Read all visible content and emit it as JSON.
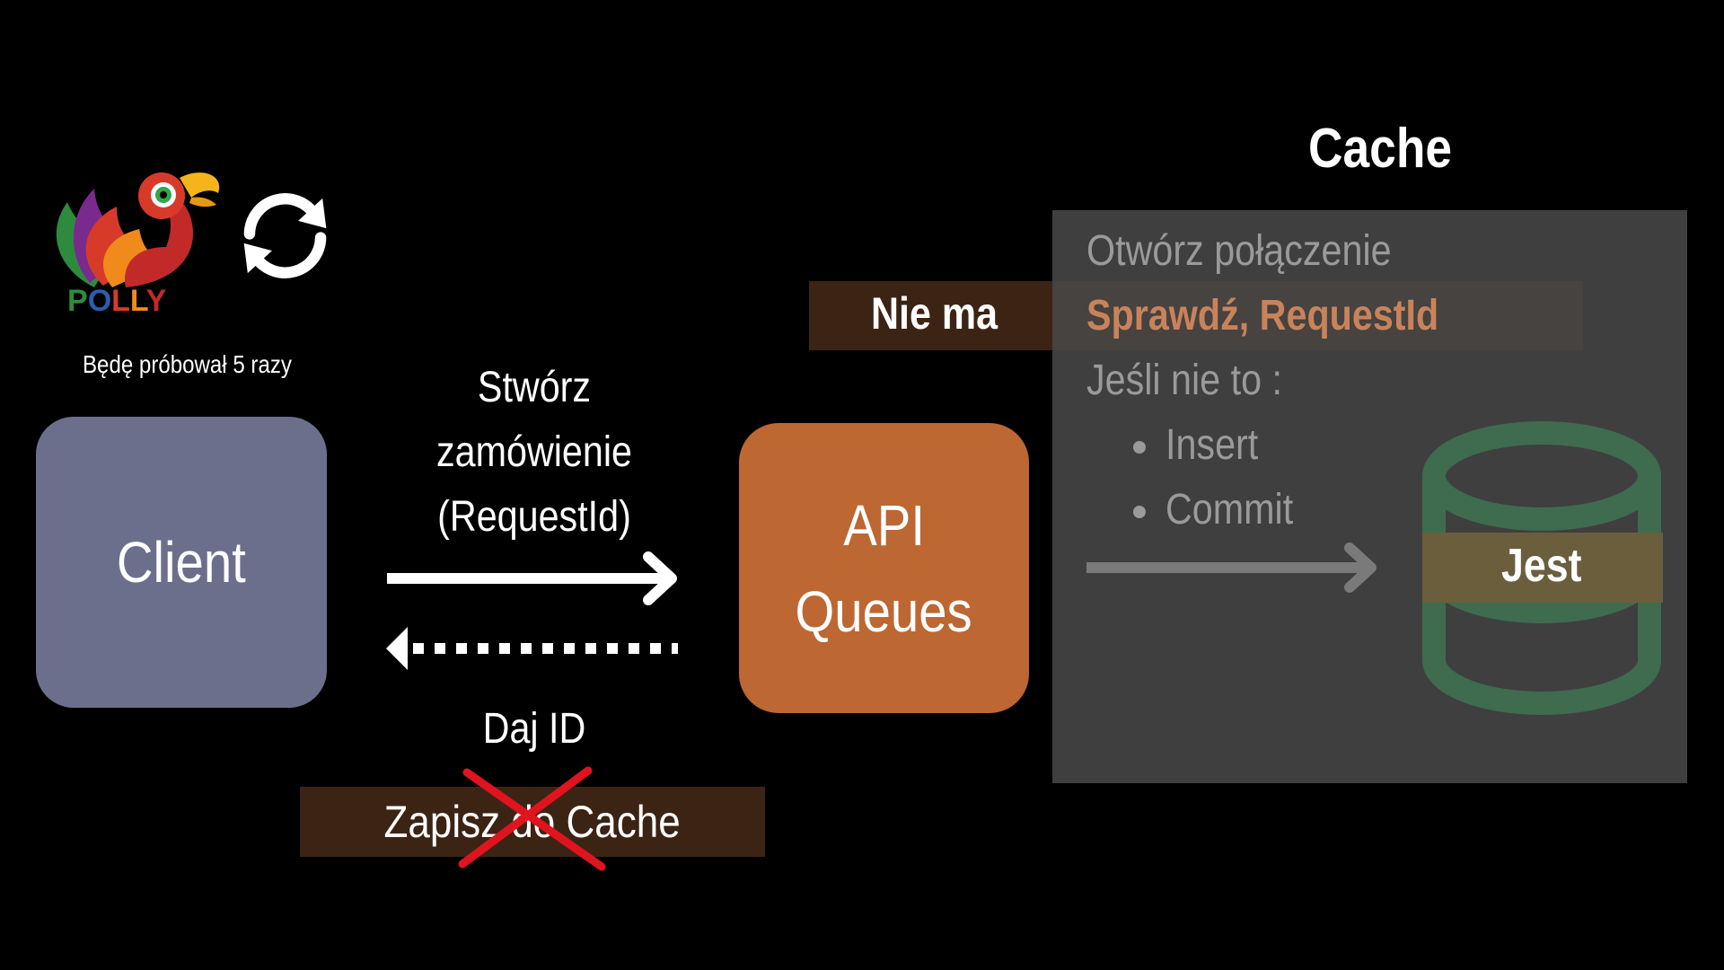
{
  "logo": {
    "text": "POLLY",
    "icon": "polly-parrot-logo"
  },
  "refresh_icon": "refresh-icon",
  "retry_note": "Będę próbował 5 razy",
  "client": {
    "label": "Client",
    "color": "#6c6f8c"
  },
  "request": {
    "line1": "Stwórz",
    "line2": "zamówienie",
    "line3": "(RequestId)"
  },
  "reply": {
    "label": "Daj ID"
  },
  "save_cache": {
    "label": "Zapisz do Cache",
    "struck_out": true
  },
  "api": {
    "line1": "API",
    "line2": "Queues",
    "color": "#bd6733"
  },
  "cache": {
    "title": "Cache",
    "steps": {
      "open": "Otwórz połączenie",
      "check": "Sprawdź, RequestId",
      "if_not": "Jeśli nie to :",
      "insert": "Insert",
      "commit": "Commit"
    },
    "missing_label": "Nie ma",
    "found_label": "Jest"
  },
  "colors": {
    "accent_orange": "#bd6733",
    "band_brown": "#3c2415",
    "db_green": "#3f6b4f",
    "cross_red": "#e0141e"
  }
}
